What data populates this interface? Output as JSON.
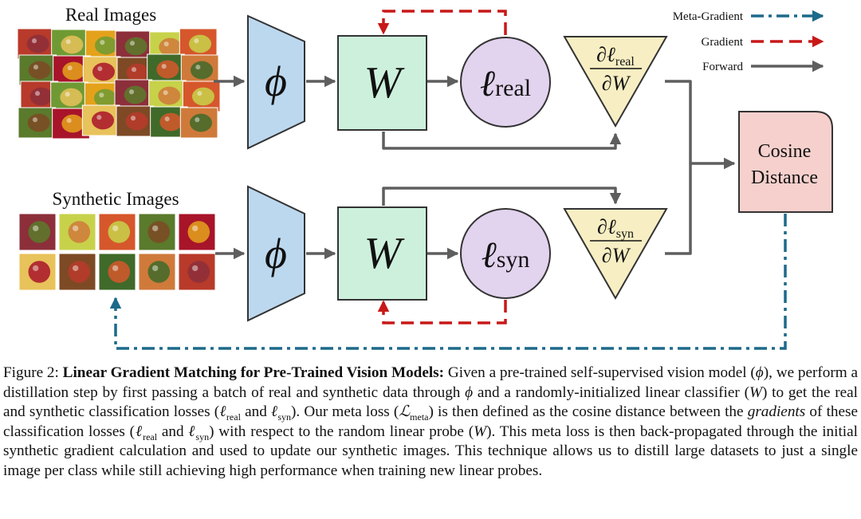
{
  "legend": {
    "meta_gradient": "Meta-Gradient",
    "gradient": "Gradient",
    "forward": "Forward"
  },
  "sections": {
    "real_images": "Real Images",
    "synthetic_images": "Synthetic Images"
  },
  "nodes": {
    "phi": "ϕ",
    "w": "W",
    "loss_real_base": "ℓ",
    "loss_real_sub": "real",
    "loss_syn_base": "ℓ",
    "loss_syn_sub": "syn",
    "grad_real_num_d": "∂",
    "grad_real_num_l": "ℓ",
    "grad_real_num_sub": "real",
    "grad_real_den": "∂W",
    "grad_syn_num_d": "∂",
    "grad_syn_num_l": "ℓ",
    "grad_syn_num_sub": "syn",
    "grad_syn_den": "∂W",
    "cosine_line1": "Cosine",
    "cosine_line2": "Distance"
  },
  "colors": {
    "meta_gradient": "#1d6a8a",
    "gradient": "#c81818",
    "forward": "#5e5e5e",
    "encoder_fill": "#bcd8ef",
    "linear_fill": "#cdf0dc",
    "loss_fill": "#e2d3ee",
    "grad_fill": "#f7eec3",
    "cosine_fill": "#f6d0cc"
  },
  "caption": {
    "label": "Figure 2:",
    "title": "Linear Gradient Matching for Pre-Trained Vision Models:",
    "s1": "Given a pre-trained self-supervised vision model (",
    "phi": "ϕ",
    "s2": "), we perform a distillation step by first passing a batch of real and synthetic data through",
    "s3": "and a randomly-initialized linear classifier (",
    "w": "W",
    "s4": ") to get the real and synthetic classification losses (",
    "ell": "ℓ",
    "sub_real": "real",
    "and": "and",
    "sub_syn": "syn",
    "s5": "). Our meta loss (",
    "lmeta": "ℒ",
    "sub_meta": "meta",
    "s6": ") is then defined as the cosine distance between the",
    "gradients_word": "gradients",
    "s7": "of these classification losses (",
    "s8": ") with respect to the random linear probe (",
    "s9": "). This meta loss is then back-propagated through the initial synthetic gradient calculation and used to update our synthetic images. This technique allows us to distill large datasets to just a single image per class while still achieving high performance when training new linear probes."
  }
}
